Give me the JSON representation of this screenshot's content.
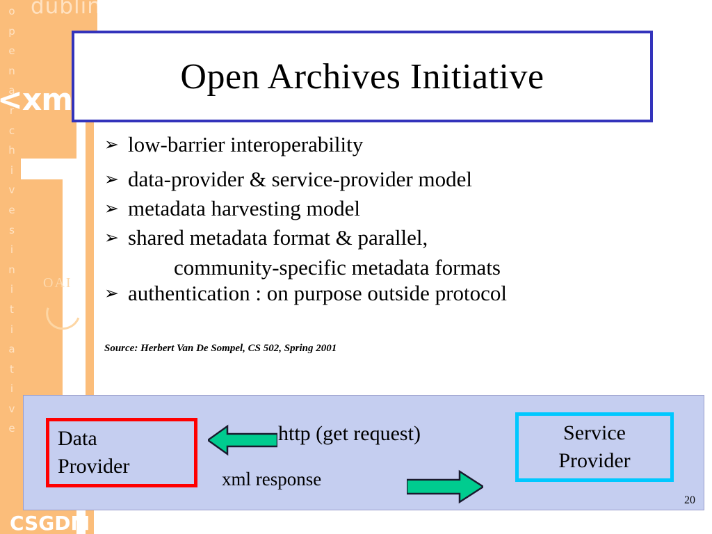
{
  "slide": {
    "title": "Open Archives Initiative",
    "page_number": "20",
    "source_note": "Source: Herbert Van De Sompel, CS 502, Spring 2001"
  },
  "sidebar": {
    "top_words": "dublin core",
    "xml_word": "<xml",
    "vertical_letters": [
      "o",
      "p",
      "e",
      "n",
      "a",
      "r",
      "c",
      "h",
      "i",
      "v",
      "e",
      "s",
      "i",
      "n",
      "i",
      "t",
      "i",
      "a",
      "t",
      "i",
      "v",
      "e"
    ],
    "logo_text": "OAI",
    "footer_text": "CSGDM",
    "background_color": "#fbbd7a",
    "text_color": "#ffe2c2"
  },
  "bullets": [
    {
      "marker": "➢",
      "text": "low-barrier interoperability"
    },
    {
      "marker": "➢",
      "text": "data-provider & service-provider model"
    },
    {
      "marker": "➢",
      "text": "metadata harvesting model"
    },
    {
      "marker": "➢",
      "text": "shared metadata format & parallel,",
      "continuation": "community-specific metadata formats"
    },
    {
      "marker": "➢",
      "text": "authentication : on purpose outside protocol"
    }
  ],
  "diagram": {
    "panel_color": "#c5cef0",
    "data_provider": {
      "line1": "Data",
      "line2": "Provider",
      "border_color": "#ff0000"
    },
    "service_provider": {
      "line1": "Service",
      "line2": "Provider",
      "border_color": "#00c8ff"
    },
    "request_label": "http (get request)",
    "response_label": "xml response",
    "arrow_color": "#00cc8f",
    "arrow_outline": "#1a1a2e",
    "request_direction": "left",
    "response_direction": "right"
  },
  "title_border_color": "#3333bb"
}
